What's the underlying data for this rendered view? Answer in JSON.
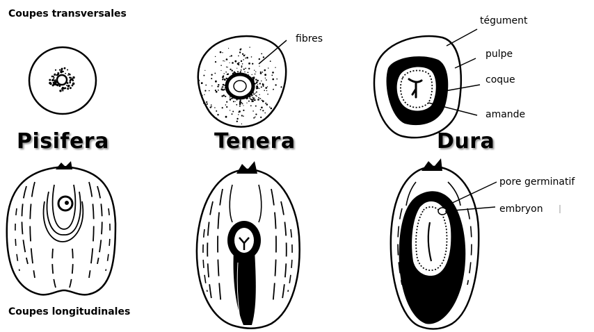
{
  "titles": {
    "transverse": "Coupes transversales",
    "longitudinal": "Coupes longitudinales"
  },
  "varieties": {
    "pisifera": "Pisifera",
    "tenera": "Tenera",
    "dura": "Dura"
  },
  "labels": {
    "fibres": "fibres",
    "tegument": "tégument",
    "pulpe": "pulpe",
    "coque": "coque",
    "amande": "amande",
    "pore": "pore germinatif",
    "embryon": "embryon"
  },
  "colors": {
    "ink": "#000000",
    "shadow": "#9a9a9a",
    "background": "#ffffff"
  }
}
